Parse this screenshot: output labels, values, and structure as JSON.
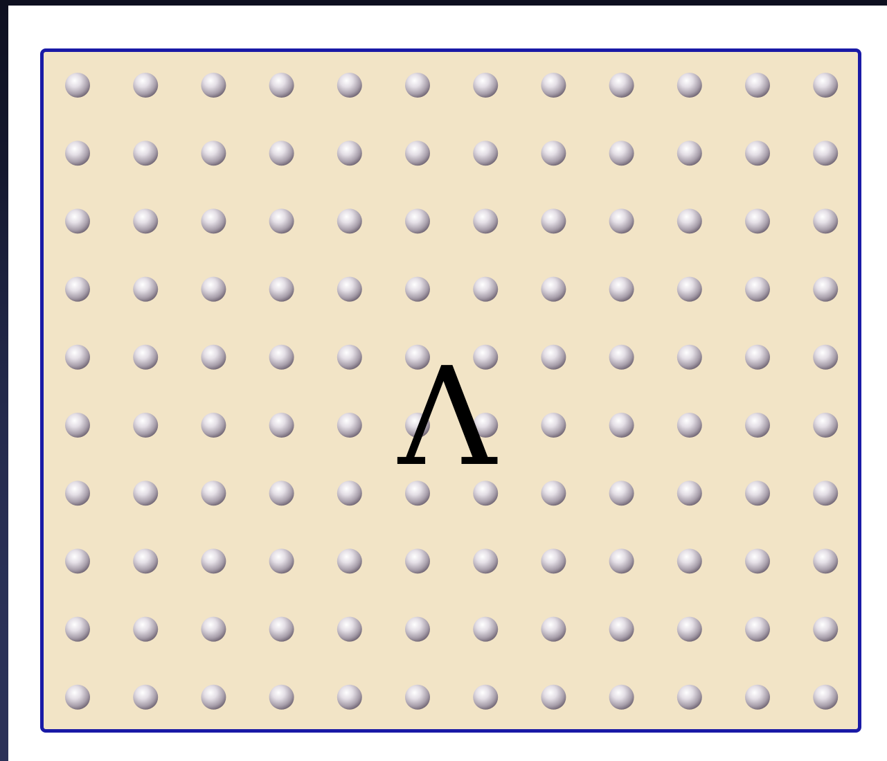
{
  "diagram": {
    "label": "Λ",
    "lattice": {
      "rows": 10,
      "columns": 12
    },
    "colors": {
      "background_outer": "#1a1f3a",
      "slide": "#ffffff",
      "frame_border": "#1a1aa6",
      "frame_fill": "#f2e4c6",
      "atom_highlight": "#ffffff",
      "atom_mid": "#cfc8d0",
      "atom_shadow": "#7a6f7c"
    },
    "icons": {
      "atom": "sphere-atom-icon"
    }
  }
}
